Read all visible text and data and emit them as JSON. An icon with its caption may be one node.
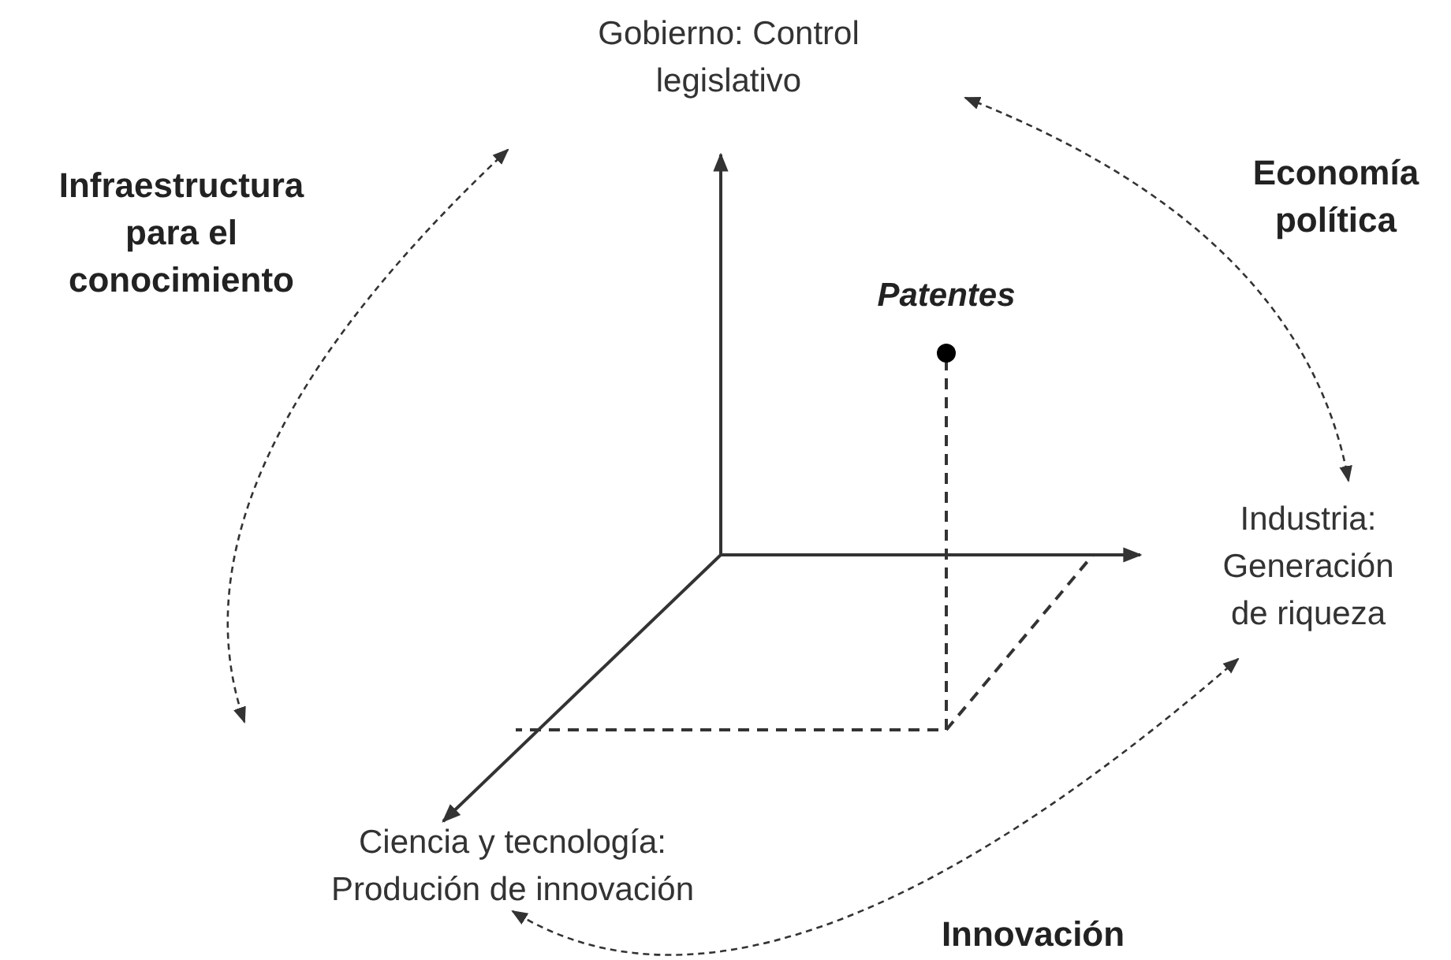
{
  "diagram": {
    "nodes": [
      {
        "text": [
          "Gobierno: Control legislativo"
        ]
      },
      {
        "text": [
          "Industria: Generación de riqueza"
        ]
      },
      {
        "text": [
          "Ciencia y tecnología: Produción de innovación"
        ]
      }
    ],
    "edges": [
      {
        "from": 0,
        "to": 2,
        "arrow": "both",
        "style": "dashed",
        "label": "Infraestructura para el conocimiento"
      },
      {
        "from": 0,
        "to": 1,
        "arrow": "both",
        "style": "dashed",
        "label": "Economía política"
      },
      {
        "from": 1,
        "to": 2,
        "arrow": "both",
        "style": "dashed",
        "label": "Innovación"
      }
    ],
    "labels": [
      "Patentes"
    ]
  }
}
